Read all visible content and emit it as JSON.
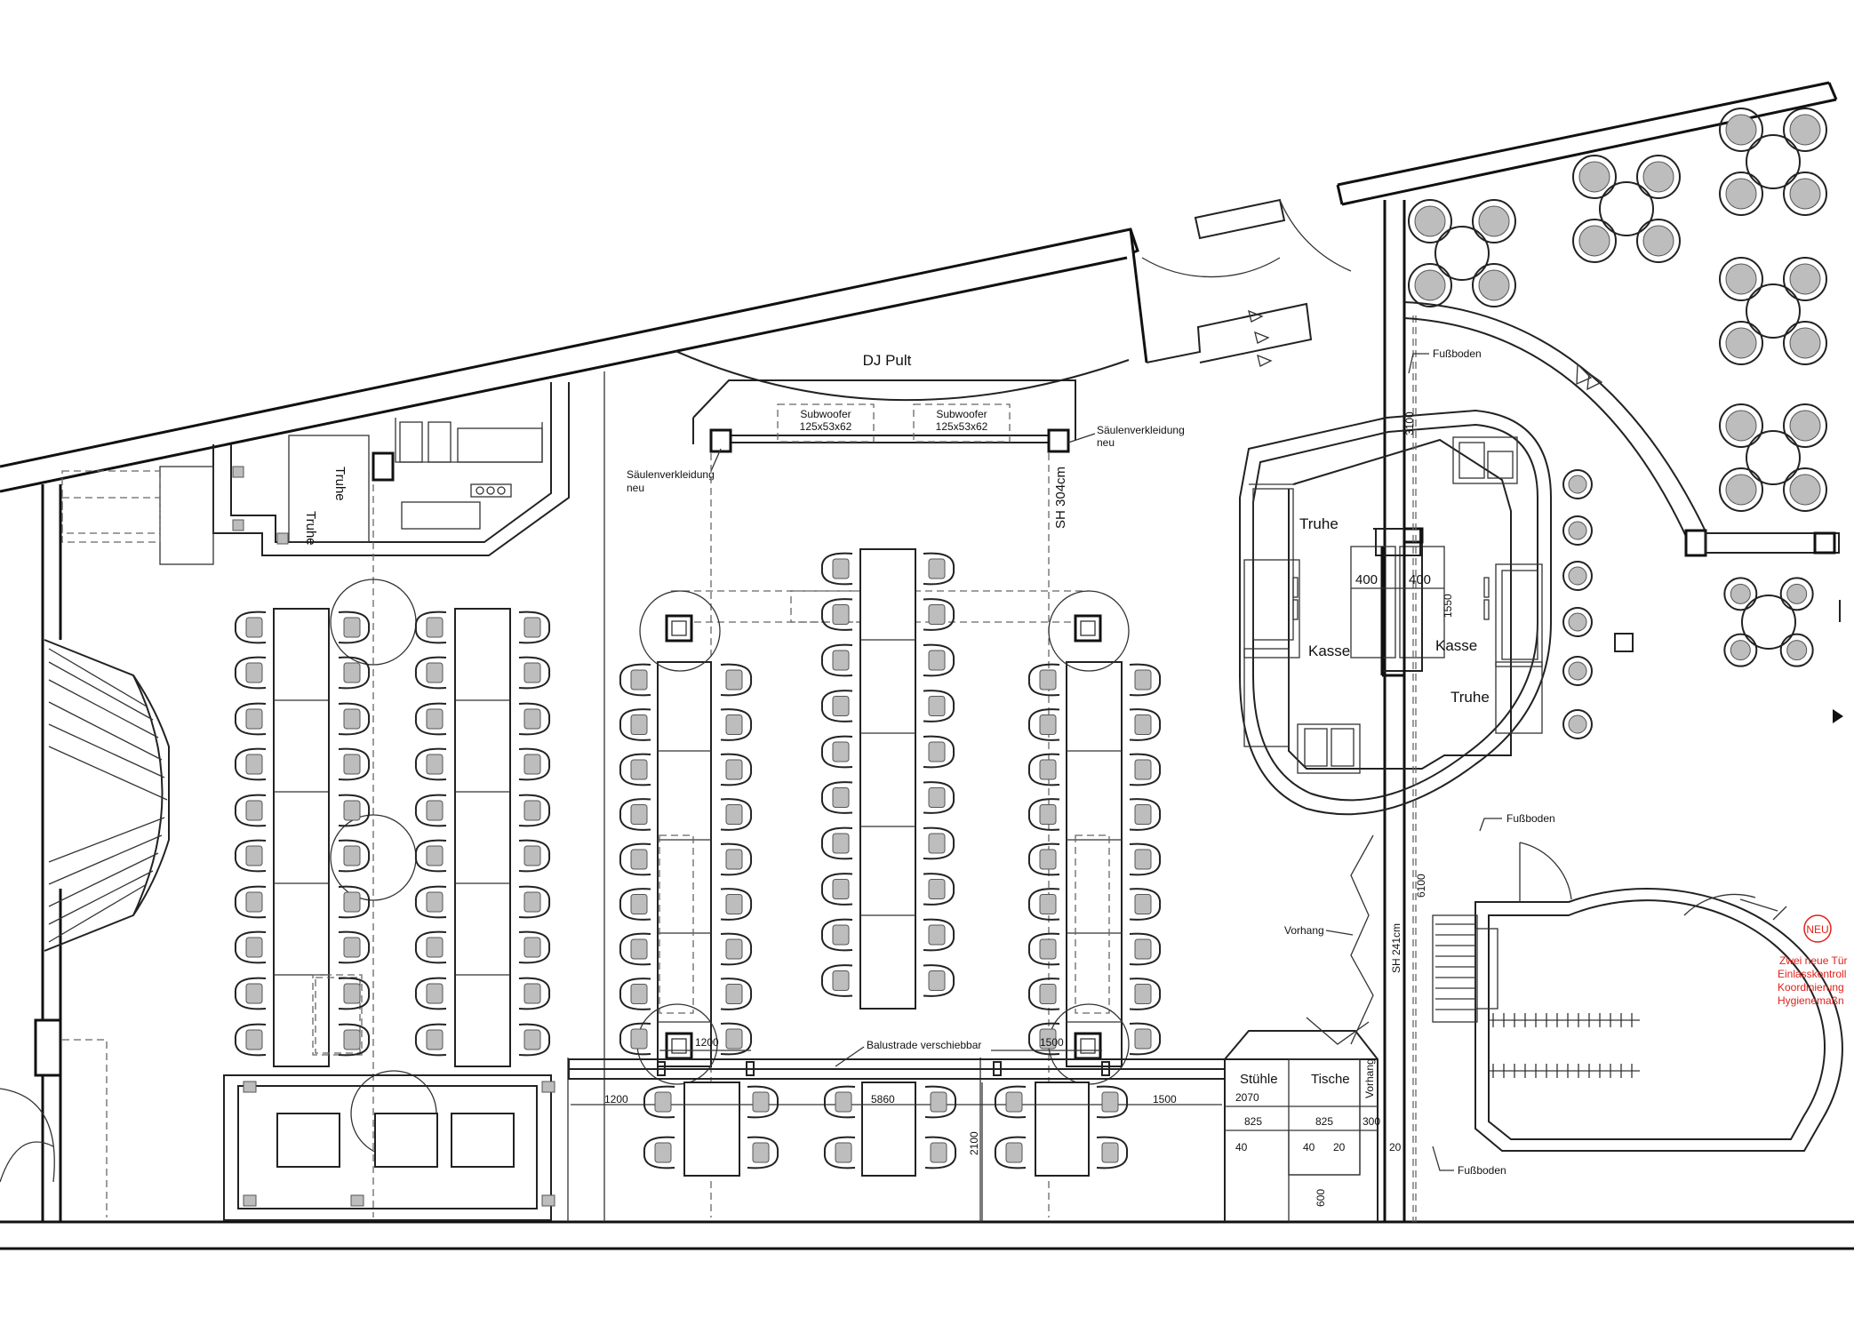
{
  "labels": {
    "dj_pult": "DJ Pult",
    "subwoofer": "Subwoofer",
    "subwoofer_dims": "125x53x62",
    "saeulenverkleidung": "Säulenverkleidung",
    "neu": "neu",
    "sh_304": "SH 304cm",
    "sh_241": "SH 241cm",
    "truhe": "Truhe",
    "kasse": "Kasse",
    "fussboden": "Fußboden",
    "vorhang": "Vorhang",
    "balustrade": "Balustrade verschiebbar",
    "stuehle": "Stühle",
    "tische": "Tische",
    "neu_badge": "NEU",
    "note_line1": "Zwei neue Tür",
    "note_line2": "Einlasskontroll",
    "note_line3": "Koordinierung",
    "note_line4": "Hygienemaßn"
  },
  "dimensions": {
    "d3100": "3100",
    "d400": "400",
    "d1550": "1550",
    "d6100": "6100",
    "d1200": "1200",
    "d1500": "1500",
    "d5860": "5860",
    "d2100": "2100",
    "d2070": "2070",
    "d825": "825",
    "d300": "300",
    "d40": "40",
    "d20": "20",
    "d600": "600"
  },
  "colors": {
    "line": "#111111",
    "hatch": "#bdbdbd",
    "annotation_red": "#e0201a"
  }
}
